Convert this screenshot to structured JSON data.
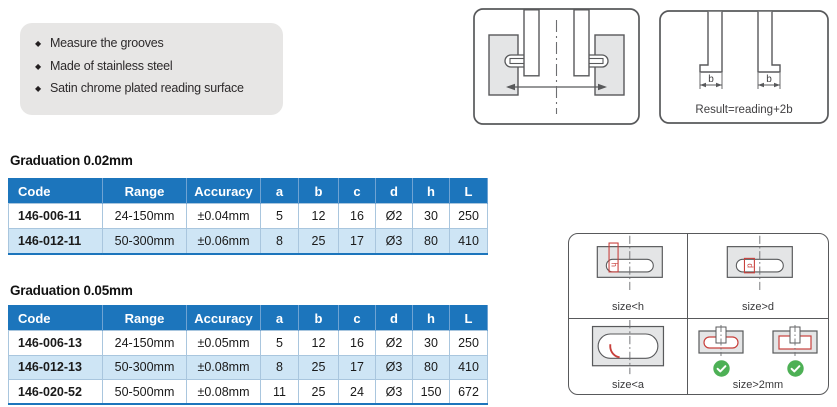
{
  "features": {
    "items": [
      "Measure the grooves",
      "Made of stainless steel",
      "Satin chrome plated reading surface"
    ]
  },
  "diagrams": {
    "b_label": "b",
    "result_formula": "Result=reading+2b"
  },
  "sections": [
    {
      "heading": "Graduation 0.02mm",
      "table": {
        "headers": [
          "Code",
          "Range",
          "Accuracy",
          "a",
          "b",
          "c",
          "d",
          "h",
          "L"
        ],
        "rows": [
          [
            "146-006-11",
            "24-150mm",
            "±0.04mm",
            "5",
            "12",
            "16",
            "Ø2",
            "30",
            "250"
          ],
          [
            "146-012-11",
            "50-300mm",
            "±0.06mm",
            "8",
            "25",
            "17",
            "Ø3",
            "80",
            "410"
          ]
        ]
      }
    },
    {
      "heading": "Graduation 0.05mm",
      "table": {
        "headers": [
          "Code",
          "Range",
          "Accuracy",
          "a",
          "b",
          "c",
          "d",
          "h",
          "L"
        ],
        "rows": [
          [
            "146-006-13",
            "24-150mm",
            "±0.05mm",
            "5",
            "12",
            "16",
            "Ø2",
            "30",
            "250"
          ],
          [
            "146-012-13",
            "50-300mm",
            "±0.08mm",
            "8",
            "25",
            "17",
            "Ø3",
            "80",
            "410"
          ],
          [
            "146-020-52",
            "50-500mm",
            "±0.08mm",
            "11",
            "25",
            "24",
            "Ø3",
            "150",
            "672"
          ]
        ]
      }
    }
  ],
  "size_guide": {
    "cells": [
      {
        "label": "size<h",
        "dim": "h"
      },
      {
        "label": "size>d",
        "dim": "d"
      },
      {
        "label": "size<a"
      },
      {
        "label": "size>2mm"
      }
    ]
  },
  "colors": {
    "header_blue": "#1C75BC",
    "row_alt_blue": "#CEE5F5",
    "feature_box_gray": "#E7E6E5",
    "drawing_gray": "#58595B",
    "highlight_red": "#C8403C",
    "check_green": "#4DB055"
  }
}
